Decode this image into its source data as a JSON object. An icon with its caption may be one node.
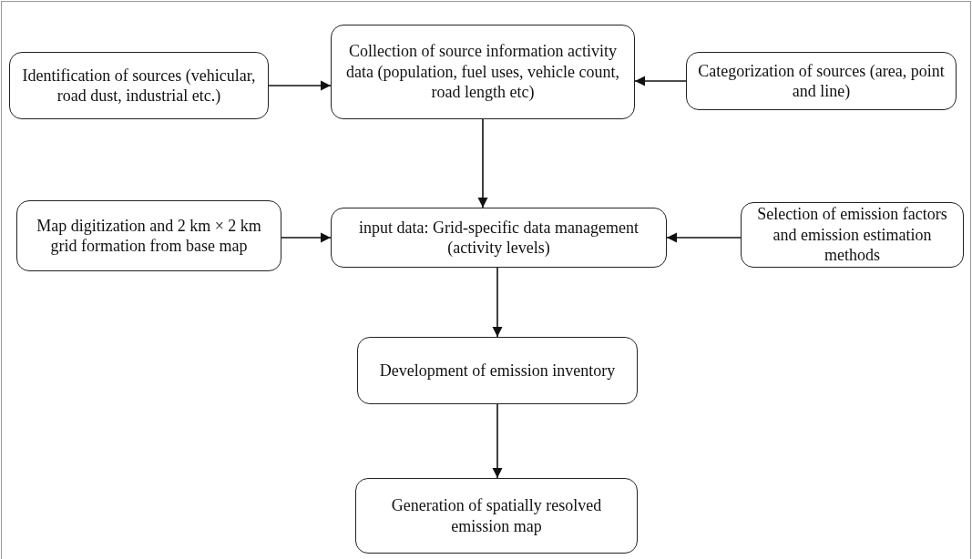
{
  "diagram": {
    "nodes": [
      {
        "text": [
          "Identification of sources (vehicular, road dust, industrial etc.)"
        ]
      },
      {
        "text": [
          "Collection of source information activity data (population, fuel uses, vehicle count, road length etc)"
        ]
      },
      {
        "text": [
          "Categorization of sources (area, point and line)"
        ]
      },
      {
        "text": [
          "Map digitization and 2 km × 2 km grid formation from base map"
        ]
      },
      {
        "text": [
          "input data: Grid-specific data management (activity levels)"
        ]
      },
      {
        "text": [
          "Selection of emission factors and emission estimation methods"
        ]
      },
      {
        "text": [
          "Development of emission inventory"
        ]
      },
      {
        "text": [
          "Generation of spatially resolved emission map"
        ]
      }
    ],
    "edges": [
      {
        "from": 0,
        "to": 1,
        "arrow": "to"
      },
      {
        "from": 2,
        "to": 1,
        "arrow": "to"
      },
      {
        "from": 1,
        "to": 4,
        "arrow": "to"
      },
      {
        "from": 3,
        "to": 4,
        "arrow": "to"
      },
      {
        "from": 5,
        "to": 4,
        "arrow": "to"
      },
      {
        "from": 4,
        "to": 6,
        "arrow": "to"
      },
      {
        "from": 6,
        "to": 7,
        "arrow": "to"
      }
    ]
  }
}
